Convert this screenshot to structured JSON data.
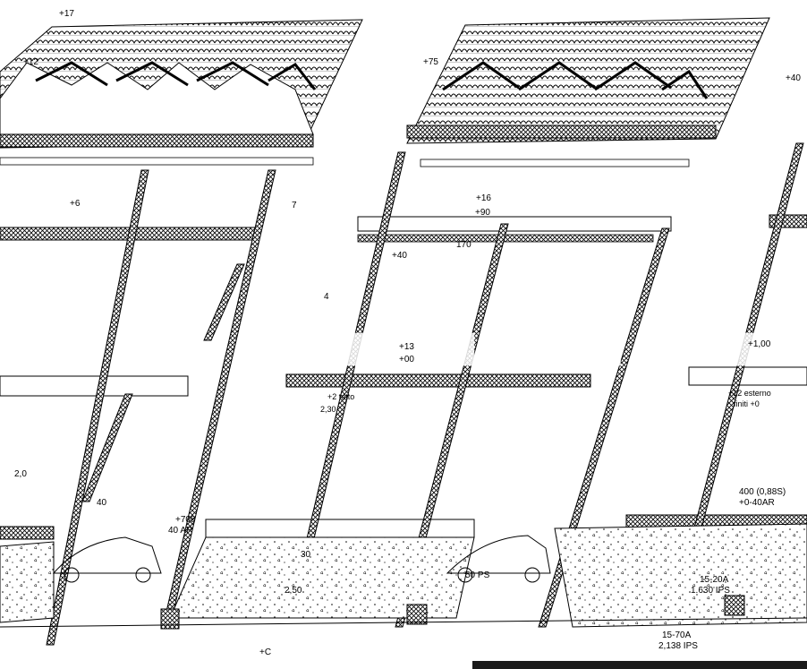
{
  "drawing": {
    "kind": "architectural-section",
    "bottom_band_color": "#1a1a1a",
    "line_color": "#000000",
    "background_color": "#ffffff",
    "watermark_color": "#ffffff"
  },
  "labels": {
    "top_left_level": "+17",
    "roof_left_level": "+12",
    "roof_mid_level": "+75",
    "roof_right_level": "+40",
    "mid_left_dim_1": "+6",
    "mid_left_dim_2": "7",
    "center_dim_1": "+16",
    "center_dim_2": "+90",
    "center_dim_3": "170",
    "center_dim_4": "+40",
    "middle_floor_1": "+2 tetto",
    "middle_floor_2": "2,30",
    "center_dim_5": "+13",
    "center_dim_6": "+00",
    "right_level_1": "+1,00",
    "right_level_2": "+12 esterno",
    "right_level_3": "finiti +0",
    "lower_right_1": "400 (0,88S)",
    "lower_right_2": "+0-40AR",
    "lower_left_1": "+708",
    "lower_left_2": "40 AP",
    "bottom_center_1": "30",
    "bottom_center_2": "2,50",
    "bottom_center_3": "50 PS",
    "bottom_right_1": "15-20A",
    "bottom_right_2": "1.630 IPS",
    "bottom_right_3": "2,138 IPS",
    "bottom_right_4": "15-70A",
    "bottom_left_1": "+C",
    "left_dim_1": "2,0",
    "left_dim_2": "40",
    "left_dim_3": "4"
  }
}
